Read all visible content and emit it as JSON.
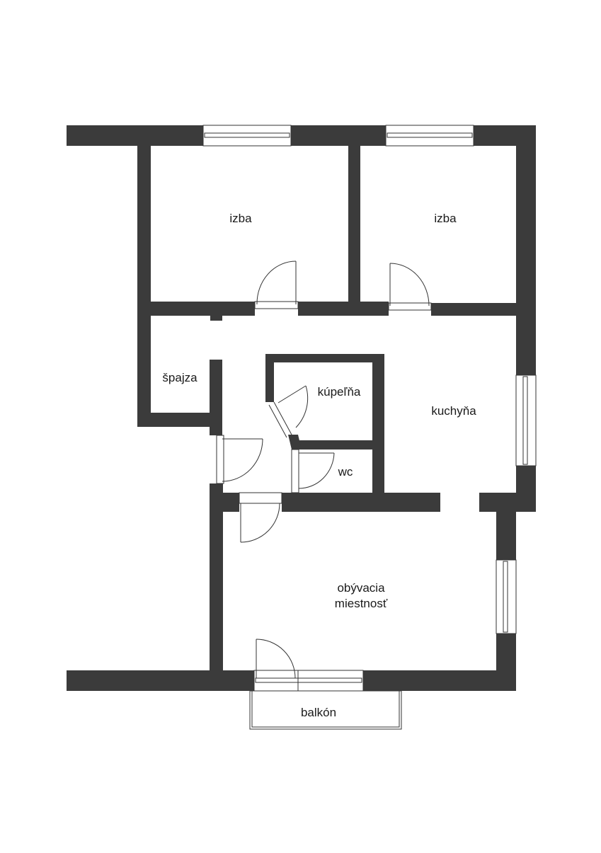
{
  "plan": {
    "wall_color": "#3b3b3b",
    "line_color": "#333333",
    "background": "#ffffff"
  },
  "rooms": {
    "izba_left": {
      "label": "izba"
    },
    "izba_right": {
      "label": "izba"
    },
    "spajza": {
      "label": "špajza"
    },
    "kupelna": {
      "label": "kúpeľňa"
    },
    "wc": {
      "label": "wc"
    },
    "kuchyna": {
      "label": "kuchyňa"
    },
    "obyvacia": {
      "line1": "obývacia",
      "line2": "miestnosť"
    },
    "balkon": {
      "label": "balkón"
    }
  }
}
